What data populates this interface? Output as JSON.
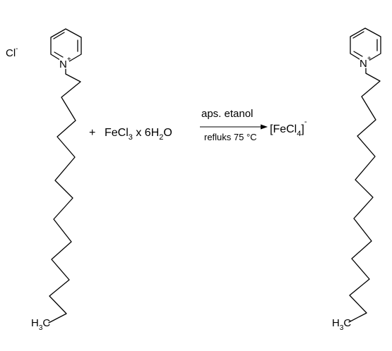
{
  "reactant": {
    "counter_ion": {
      "symbol": "Cl",
      "charge": "-"
    },
    "ring_atom": {
      "symbol": "N",
      "charge": "+"
    },
    "terminal_group": {
      "h": "H",
      "sub": "3",
      "c": "C"
    }
  },
  "plus": "+",
  "reagent": {
    "p1": "FeCl",
    "s1": "3",
    "p2": " x 6H",
    "s2": "2",
    "p3": "O"
  },
  "conditions": {
    "above": "aps. etanol",
    "below": "refluks 75 °C"
  },
  "product": {
    "anion": {
      "open": "[FeCl",
      "sub": "4",
      "close": "]",
      "charge": "-"
    },
    "ring_atom": {
      "symbol": "N",
      "charge": "+"
    },
    "terminal_group": {
      "h": "H",
      "sub": "3",
      "c": "C"
    }
  }
}
